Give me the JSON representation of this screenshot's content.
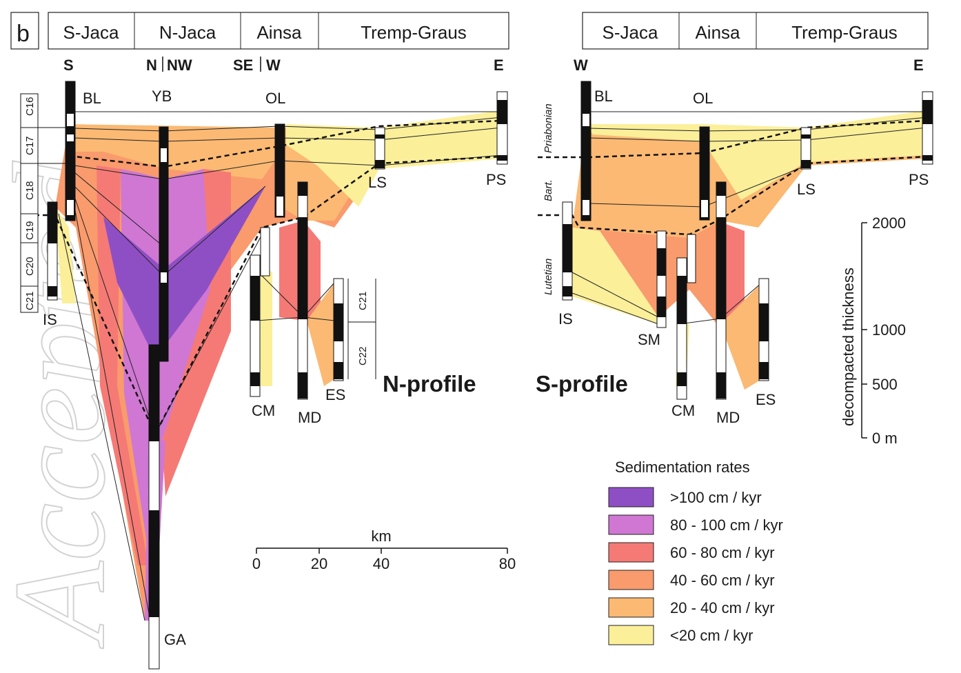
{
  "panel_label": "b",
  "watermark_text": "Accepted",
  "n_profile": {
    "title": "N-profile",
    "regions": [
      "S-Jaca",
      "N-Jaca",
      "Ainsa",
      "Tremp-Graus"
    ],
    "directions": [
      "S",
      "N",
      "NW",
      "SE",
      "W",
      "E"
    ],
    "sections": [
      "BL",
      "YB",
      "OL",
      "LS",
      "PS",
      "IS",
      "CM",
      "MD",
      "ES",
      "GA"
    ],
    "chrons": [
      "C16",
      "C17",
      "C18",
      "C19",
      "C20",
      "C21"
    ],
    "es_chrons": [
      "C21",
      "C22"
    ]
  },
  "s_profile": {
    "title": "S-profile",
    "regions": [
      "S-Jaca",
      "Ainsa",
      "Tremp-Graus"
    ],
    "directions": [
      "W",
      "E"
    ],
    "sections": [
      "BL",
      "OL",
      "LS",
      "PS",
      "IS",
      "SM",
      "CM",
      "MD",
      "ES"
    ],
    "stages": [
      "Priabonian",
      "Bart.",
      "Lutetian"
    ]
  },
  "km_scale": {
    "unit": "km",
    "ticks": [
      "0",
      "20",
      "40",
      "80"
    ]
  },
  "thickness_scale": {
    "label": "decompacted thickness",
    "ticks": [
      "2000",
      "1000",
      "500",
      "0 m"
    ]
  },
  "legend": {
    "title": "Sedimentation rates",
    "items": [
      {
        "label": ">100 cm / kyr",
        "color": "#8f4fc4"
      },
      {
        "label": "80 - 100 cm / kyr",
        "color": "#cf77d3"
      },
      {
        "label": "60 - 80 cm / kyr",
        "color": "#f57a75"
      },
      {
        "label": "40 - 60 cm / kyr",
        "color": "#f99b6c"
      },
      {
        "label": "20 - 40 cm / kyr",
        "color": "#fbb973"
      },
      {
        "label": "<20 cm / kyr",
        "color": "#fbef9a"
      }
    ]
  }
}
